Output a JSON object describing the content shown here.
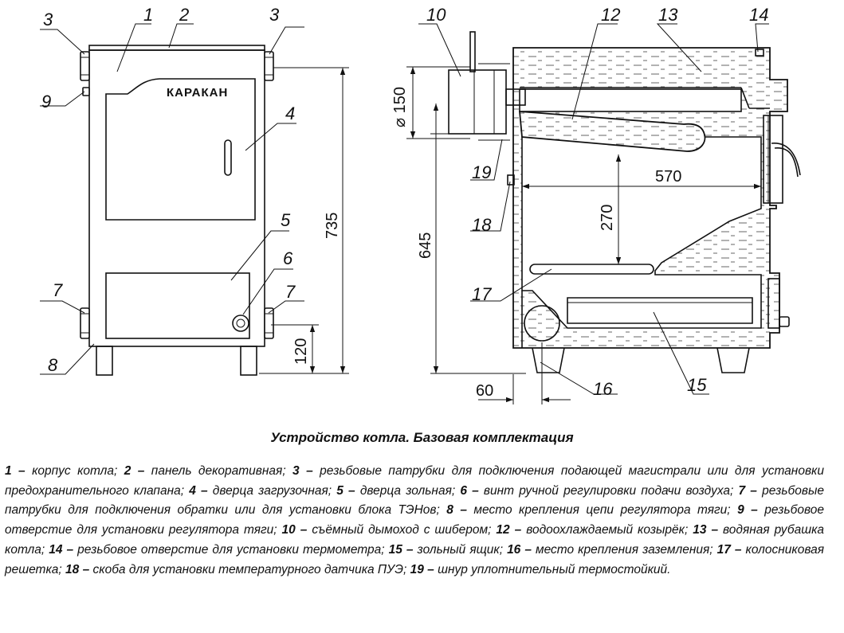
{
  "labels": {
    "c1": "1",
    "c2": "2",
    "c3a": "3",
    "c3b": "3",
    "c4": "4",
    "c5": "5",
    "c6": "6",
    "c7a": "7",
    "c7b": "7",
    "c8": "8",
    "c9": "9",
    "c10": "10",
    "c12": "12",
    "c13": "13",
    "c14": "14",
    "c15": "15",
    "c16": "16",
    "c17": "17",
    "c18": "18",
    "c19": "19"
  },
  "brand": "КАРАКАН",
  "dimensions": {
    "h735": "735",
    "h120": "120",
    "d150": "⌀ 150",
    "h645": "645",
    "w570": "570",
    "h270": "270",
    "w60": "60"
  },
  "caption": "Устройство котла. Базовая комплектация",
  "legend": [
    {
      "num": "1 –",
      "text": " корпус котла; "
    },
    {
      "num": "2 –",
      "text": " панель декоративная; "
    },
    {
      "num": "3 –",
      "text": " резьбовые патрубки для подключения подающей магистрали или для установки предохранительного клапана; "
    },
    {
      "num": "4 –",
      "text": " дверца загрузочная; "
    },
    {
      "num": "5 –",
      "text": " дверца зольная; "
    },
    {
      "num": "6 –",
      "text": " винт ручной регулировки подачи воздуха; "
    },
    {
      "num": "7 –",
      "text": " резьбовые патрубки для подключения обратки или для установки блока ТЭНов; "
    },
    {
      "num": "8 –",
      "text": " место крепления цепи регулятора тяги; "
    },
    {
      "num": "9 –",
      "text": " резьбовое отверстие для установки регулятора тяги; "
    },
    {
      "num": "10 –",
      "text": " съёмный дымоход с шибером; "
    },
    {
      "num": "12 –",
      "text": " водоохлаждаемый козырёк; "
    },
    {
      "num": "13 –",
      "text": " водяная рубашка котла; "
    },
    {
      "num": "14 –",
      "text": " резьбовое отверстие для установки термометра; "
    },
    {
      "num": "15 –",
      "text": " зольный ящик; "
    },
    {
      "num": "16 –",
      "text": " место крепления заземления; "
    },
    {
      "num": "17 –",
      "text": " колосниковая решетка; "
    },
    {
      "num": "18 –",
      "text": " скоба для установки температурного датчика ПУЭ; "
    },
    {
      "num": "19 –",
      "text": " шнур уплотнительный термостойкий."
    }
  ]
}
